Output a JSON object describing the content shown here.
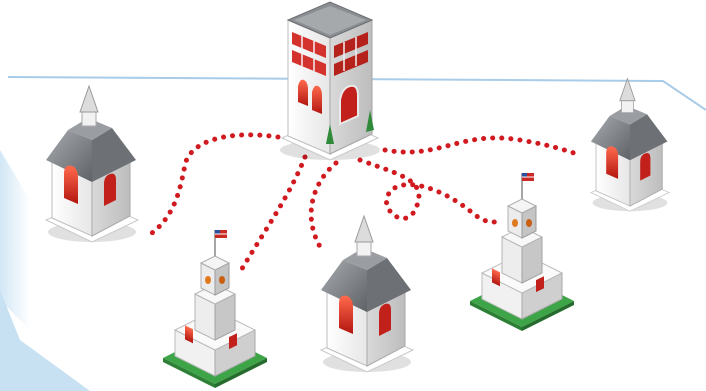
{
  "diagram": {
    "hub": {
      "icon": "office-tower-icon"
    },
    "nodes": [
      {
        "name": "chapel-left",
        "icon": "chapel-icon"
      },
      {
        "name": "school-bottom-left",
        "icon": "school-with-flag-icon"
      },
      {
        "name": "chapel-bottom-center",
        "icon": "chapel-icon"
      },
      {
        "name": "school-right",
        "icon": "school-with-flag-icon"
      },
      {
        "name": "chapel-far-right",
        "icon": "chapel-icon"
      }
    ],
    "connector_style": "red dotted",
    "colors": {
      "connector": "#d11a20",
      "panel_background": "#c9e3f5",
      "panel_border": "#a9cce8",
      "roof_gray": "#8a8d91",
      "wall_white": "#f4f4f4",
      "window_red": "#d4322c",
      "lawn_green": "#3da447"
    }
  }
}
